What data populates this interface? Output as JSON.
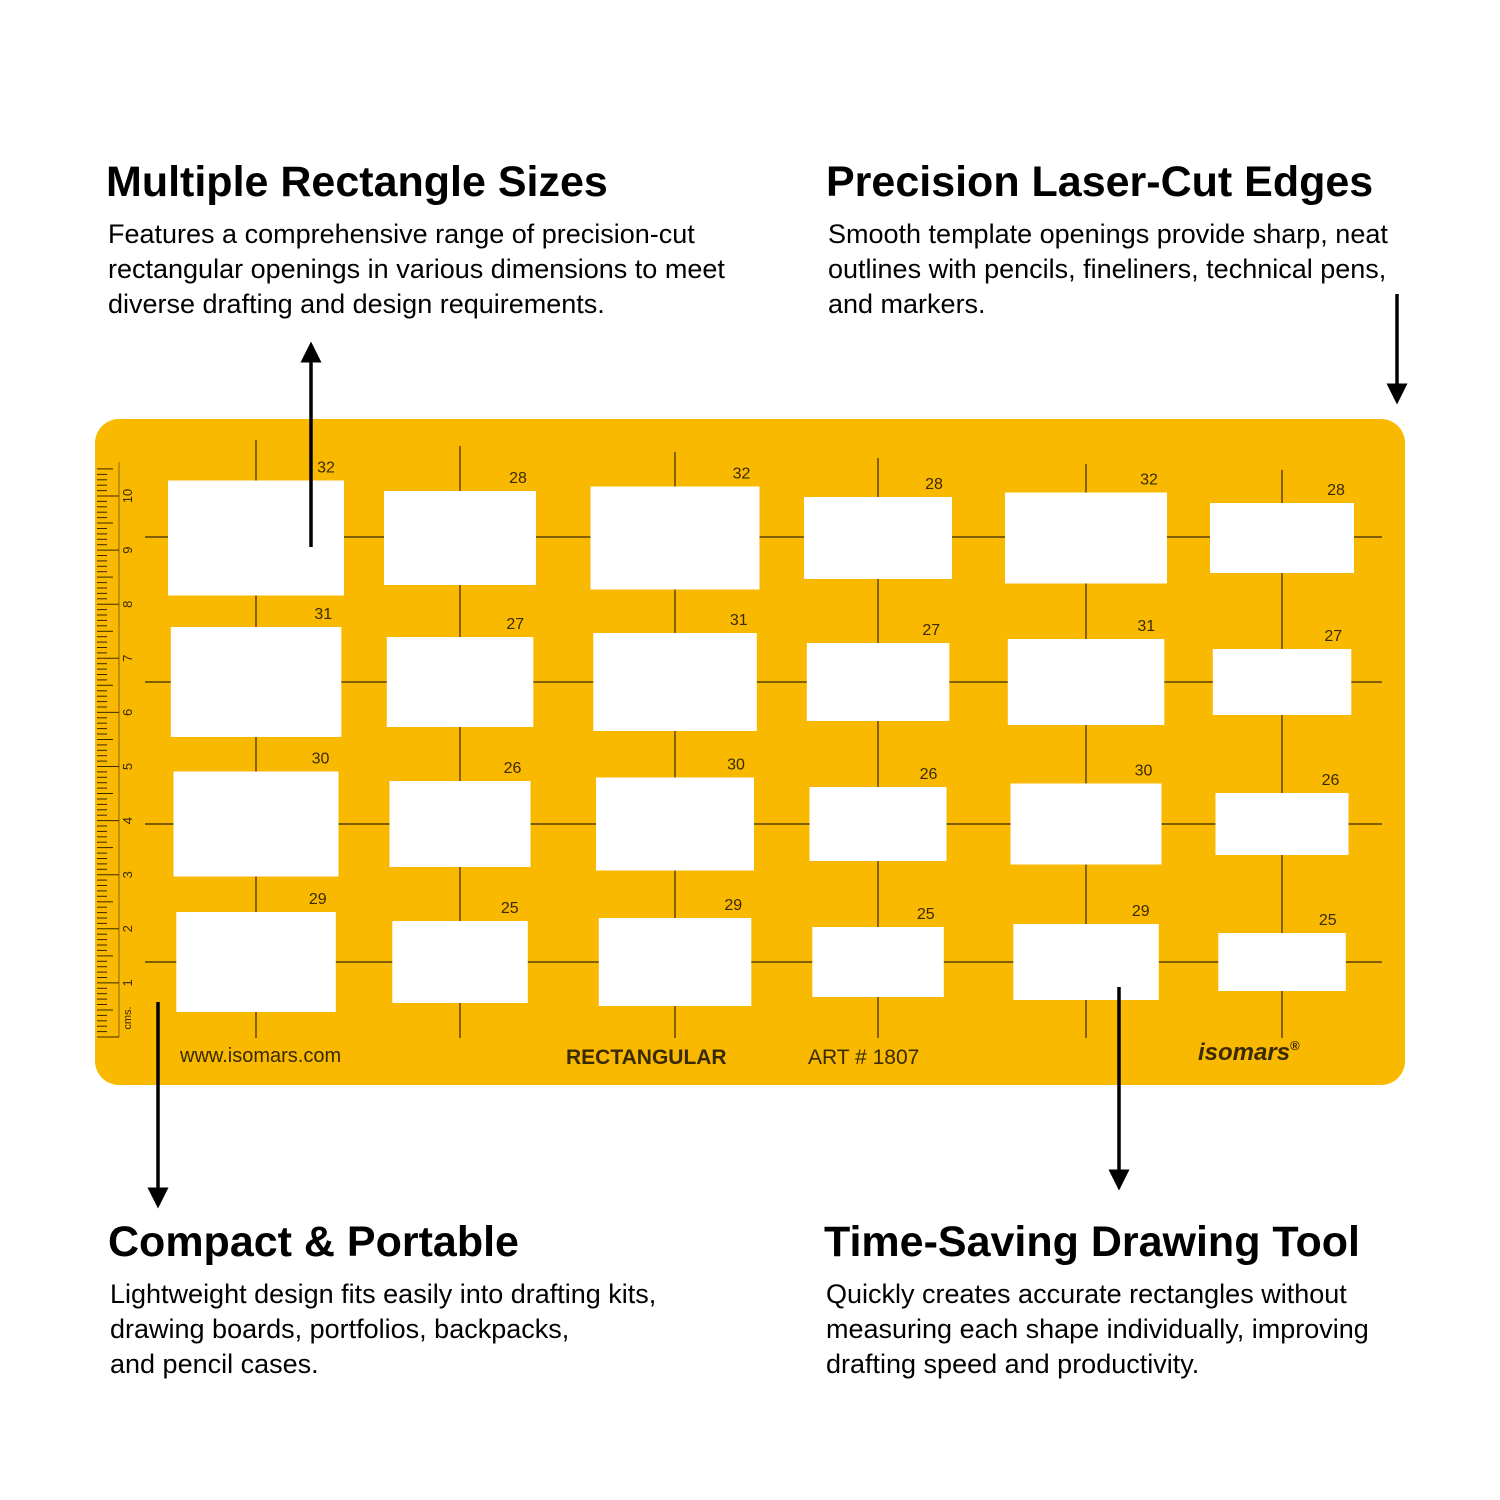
{
  "features": {
    "multiple_sizes": {
      "title": "Multiple Rectangle Sizes",
      "lines": [
        "Features a comprehensive range of precision-cut",
        "rectangular openings in various dimensions to meet",
        "diverse drafting and design requirements."
      ]
    },
    "laser_cut": {
      "title": "Precision Laser-Cut Edges",
      "lines": [
        "Smooth template openings provide sharp, neat",
        "outlines with pencils, fineliners, technical pens,",
        "and markers."
      ]
    },
    "compact": {
      "title": "Compact & Portable",
      "lines": [
        "Lightweight design fits easily into drafting kits,",
        "drawing boards, portfolios, backpacks,",
        "and pencil cases."
      ]
    },
    "time_saving": {
      "title": "Time-Saving Drawing Tool",
      "lines": [
        "Quickly creates accurate rectangles without",
        "measuring each shape individually, improving",
        "drafting speed and productivity."
      ]
    }
  },
  "template": {
    "color": "#f9b900",
    "website": "www.isomars.com",
    "name": "RECTANGULAR",
    "art_number": "ART # 1807",
    "brand": "isomars",
    "brand_mark": "®",
    "ruler_unit": "cms.",
    "ruler_numbers": [
      "1",
      "2",
      "3",
      "4",
      "5",
      "6",
      "7",
      "8",
      "9",
      "10"
    ],
    "size_rows": [
      [
        "32",
        "28",
        "32",
        "28",
        "32",
        "28"
      ],
      [
        "31",
        "27",
        "31",
        "27",
        "31",
        "27"
      ],
      [
        "30",
        "26",
        "30",
        "26",
        "30",
        "26"
      ],
      [
        "29",
        "25",
        "29",
        "25",
        "29",
        "25"
      ]
    ]
  }
}
